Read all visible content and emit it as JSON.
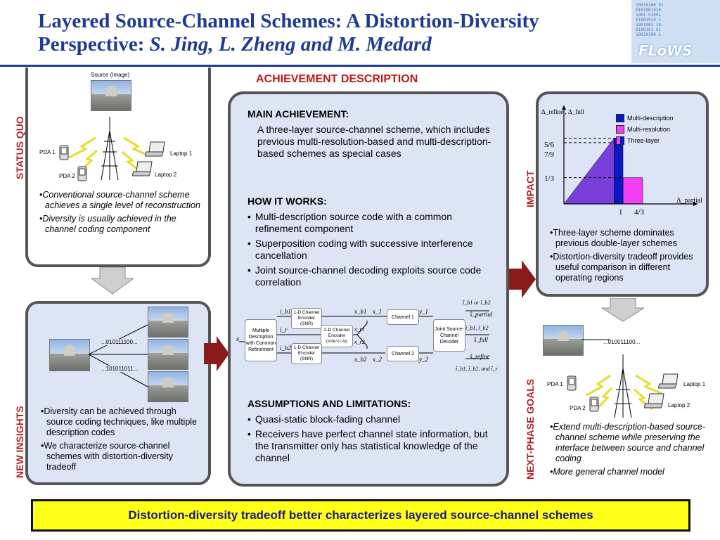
{
  "header": {
    "title_line1": "Layered Source-Channel Schemes: A Distortion-Diversity",
    "title_line2_prefix": "Perspective: ",
    "title_line2_authors": "S. Jing, L. Zheng and M. Medard",
    "logo_text": "FLoWS",
    "logo_bits": "10010100 01\n0101001010\n1001 01001\n01001010 1\n1001001 10\n0100101 01\n10010100 1"
  },
  "section_labels": {
    "status_quo": "STATUS QUO",
    "new_insights": "NEW INSIGHTS",
    "impact": "IMPACT",
    "next_phase": "NEXT-PHASE GOALS",
    "achievement": "ACHIEVEMENT DESCRIPTION"
  },
  "status_quo": {
    "source_label": "Source (Image)",
    "pda1": "PDA 1",
    "pda2": "PDA 2",
    "laptop1": "Laptop 1",
    "laptop2": "Laptop 2",
    "bullets": [
      "•Conventional source-channel scheme achieves a single level of reconstruction",
      "•Diversity is usually achieved in the channel coding component"
    ]
  },
  "new_insights": {
    "code1": "...010111100...",
    "code2": "...101011011...",
    "bullets": [
      "•Diversity can be achieved through source coding techniques, like multiple description codes",
      "•We characterize source-channel schemes with distortion-diversity tradeoff"
    ]
  },
  "center": {
    "main_title": "MAIN ACHIEVEMENT:",
    "main_text": "A three-layer source-channel scheme, which includes previous multi-resolution-based and multi-description-based schemes as special cases",
    "how_title": "HOW IT WORKS:",
    "how_items": [
      "Multi-description source code with a common refinement component",
      "Superposition coding with successive interference cancellation",
      "Joint source-channel decoding exploits source code correlation"
    ],
    "assump_title": "ASSUMPTIONS AND LIMITATIONS:",
    "assump_items": [
      "Quasi-static block-fading channel",
      "Receivers have perfect channel state information, but the transmitter only has statistical knowledge of the channel"
    ],
    "diagram": {
      "s": "s",
      "mdc": "Multiple Description with Common Refinement",
      "enc1": "1-D Channel Encoder (SNR)",
      "enc2": "2-D Channel Encoder",
      "enc2_sub": "(SNR^(1-δ))",
      "enc3": "1-D Channel Encoder (SNR)",
      "ch1": "Channel 1",
      "ch2": "Channel 2",
      "dec": "Joint Source-Channel Decoder",
      "ib1": "i_b1",
      "ir": "i_r",
      "ib2": "i_b2",
      "xb1": "x_b1",
      "xr1": "x_r1",
      "xr2": "x_r2",
      "xb2": "x_b2",
      "x1": "x_1",
      "x2": "x_2",
      "y1": "y_1",
      "y2": "y_2",
      "out_top_label": "î_b1 or î_b2",
      "out_mid_label": "î_b1, î_b2",
      "out_bot_label": "î_b1, î_b2, and î_r",
      "s_partial": "ŝ_partial",
      "s_full": "ŝ_full",
      "s_refine": "ŝ_refine"
    }
  },
  "impact": {
    "y_axis": "Δ_refine , Δ_full",
    "x_axis": "Δ_partial",
    "y_ticks": [
      "5/6",
      "7/9",
      "1/3"
    ],
    "x_ticks": [
      "1",
      "4/3"
    ],
    "legend": [
      {
        "name": "Multi-description",
        "color": "#0a18c8"
      },
      {
        "name": "Multi-resolution",
        "color": "#f23ef0"
      },
      {
        "name": "Three-layer",
        "color": "#7b3fd9"
      }
    ],
    "bullets": [
      "•Three-layer scheme dominates previous double-layer schemes",
      "•Distortion-diversity tradeoff provides useful comparison in different operating regions"
    ]
  },
  "next_phase": {
    "code": "...010011100...",
    "pda1": "PDA 1",
    "pda2": "PDA 2",
    "laptop1": "Laptop 1",
    "laptop2": "Laptop 2",
    "bullets": [
      "•Extend multi-description-based source-channel scheme while preserving the interface between source and channel coding",
      "•More general channel model"
    ]
  },
  "banner": "Distortion-diversity tradeoff better characterizes layered source-channel schemes",
  "colors": {
    "title": "#1f3a93",
    "section_label": "#b22222",
    "panel_fill": "#dce4f6",
    "arrow_red": "#8b1a1a",
    "banner_fill": "#ffff17"
  }
}
